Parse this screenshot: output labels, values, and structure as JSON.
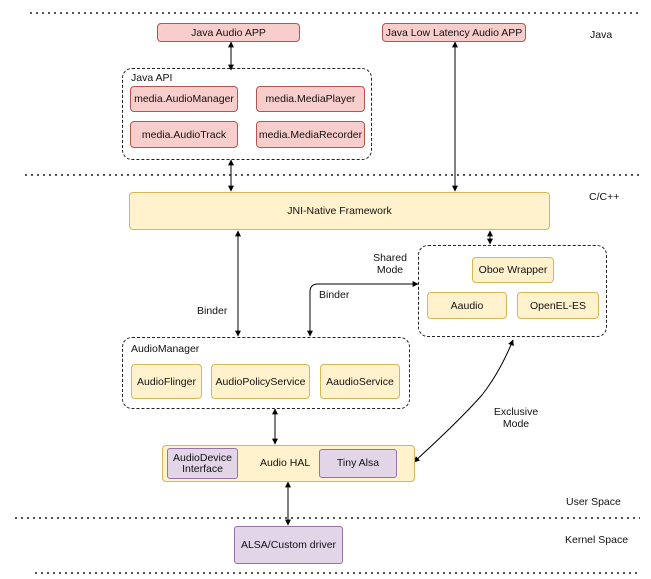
{
  "layers": {
    "java": "Java",
    "c_cpp": "C/C++",
    "user_space": "User Space",
    "kernel_space": "Kernel Space"
  },
  "apps": {
    "java_audio_app": "Java Audio APP",
    "java_low_latency_app": "Java Low Latency Audio APP"
  },
  "java_api": {
    "title": "Java API",
    "items": [
      "media.AudioManager",
      "media.MediaPlayer",
      "media.AudioTrack",
      "media.MediaRecorder"
    ]
  },
  "jni": "JNI-Native Framework",
  "oboe": {
    "wrapper": "Oboe Wrapper",
    "aaudio": "Aaudio",
    "opensl": "OpenEL-ES"
  },
  "audio_manager": {
    "title": "AudioManager",
    "items": [
      "AudioFlinger",
      "AudioPolicyService",
      "AaudioService"
    ]
  },
  "hal": {
    "title": "Audio  HAL",
    "device_interface": "AudioDevice Interface",
    "tiny_alsa": "Tiny Alsa"
  },
  "driver": "ALSA/Custom driver",
  "connectors": {
    "binder_left": "Binder",
    "binder_right": "Binder",
    "shared_mode": "Shared Mode",
    "exclusive_mode": "Exclusive Mode"
  },
  "colors": {
    "app_fill": "#f8cecc",
    "app_stroke": "#b85450",
    "native_fill": "#fff2cc",
    "native_stroke": "#d6b656",
    "hal_fill": "#e1d5e7",
    "hal_stroke": "#9673a6"
  }
}
